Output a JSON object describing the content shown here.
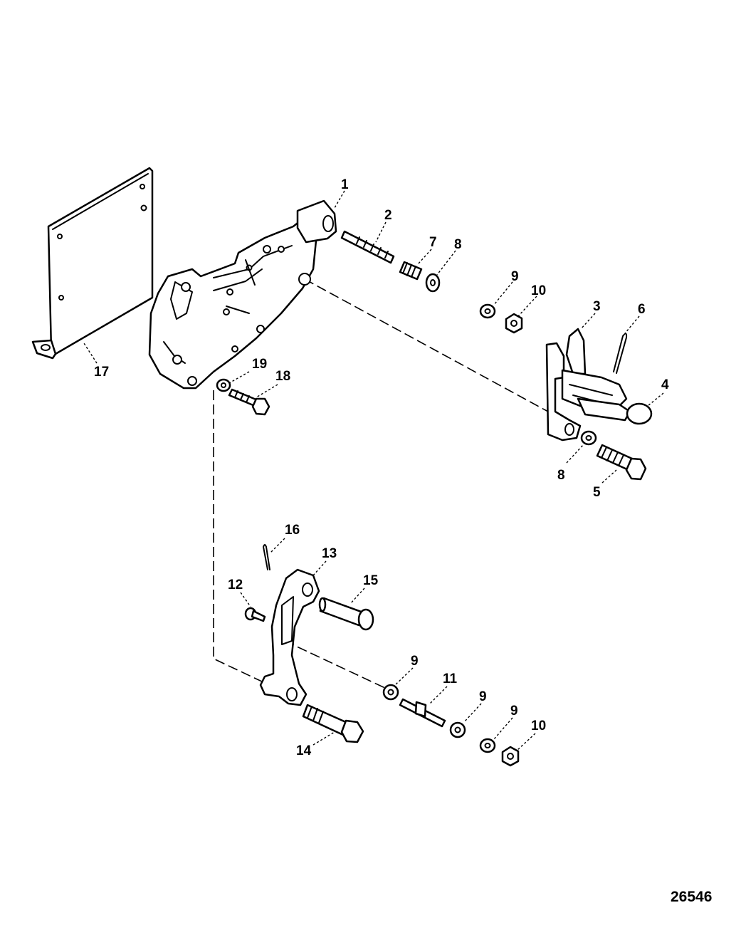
{
  "diagram_number": "26546",
  "callouts": {
    "c1": "1",
    "c2": "2",
    "c3": "3",
    "c4": "4",
    "c5": "5",
    "c6": "6",
    "c7": "7",
    "c8a": "8",
    "c8b": "8",
    "c9a": "9",
    "c9b": "9",
    "c9c": "9",
    "c9d": "9",
    "c10a": "10",
    "c10b": "10",
    "c11": "11",
    "c12": "12",
    "c13": "13",
    "c14": "14",
    "c15": "15",
    "c16": "16",
    "c17": "17",
    "c18": "18",
    "c19": "19"
  }
}
